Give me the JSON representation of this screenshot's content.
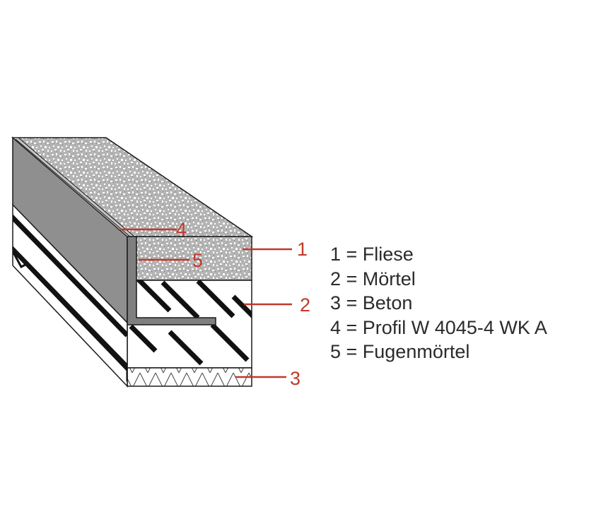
{
  "callouts": [
    {
      "label": "1"
    },
    {
      "label": "2"
    },
    {
      "label": "3"
    },
    {
      "label": "4"
    },
    {
      "label": "5"
    }
  ],
  "legend": [
    "1 = Fliese",
    "2 = Mörtel",
    "3 = Beton",
    "4 = Profil W 4045-4 WK A",
    "5 = Fugenmörtel"
  ],
  "colors": {
    "callout": "#c0392b",
    "tile": "#b8b8b8",
    "profile": "#8f8f8f",
    "outline": "#1a1a1a",
    "legend_text": "#2b2b2b"
  }
}
